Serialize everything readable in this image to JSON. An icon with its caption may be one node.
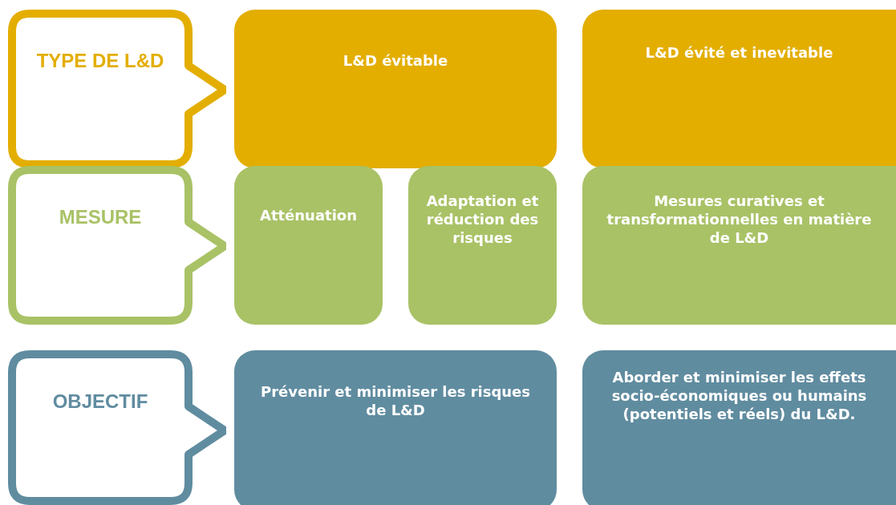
{
  "diagram": {
    "nodes": [
      {
        "text": [
          "TYPE DE L&D"
        ]
      },
      {
        "text": [
          "L&D évitable"
        ]
      },
      {
        "text": [
          "L&D évité et inevitable"
        ]
      },
      {
        "text": [
          "MESURE"
        ]
      },
      {
        "text": [
          "Atténuation"
        ]
      },
      {
        "text": [
          "Adaptation et réduction des risques"
        ]
      },
      {
        "text": [
          "Mesures curatives et transformationnelles en matière de L&D"
        ]
      },
      {
        "text": [
          "OBJECTIF"
        ]
      },
      {
        "text": [
          "Prévenir et minimiser les risques de L&D"
        ]
      },
      {
        "text": [
          "Aborder et minimiser les effets socio-économiques ou humains (potentiels et réels) du L&D."
        ]
      }
    ]
  }
}
